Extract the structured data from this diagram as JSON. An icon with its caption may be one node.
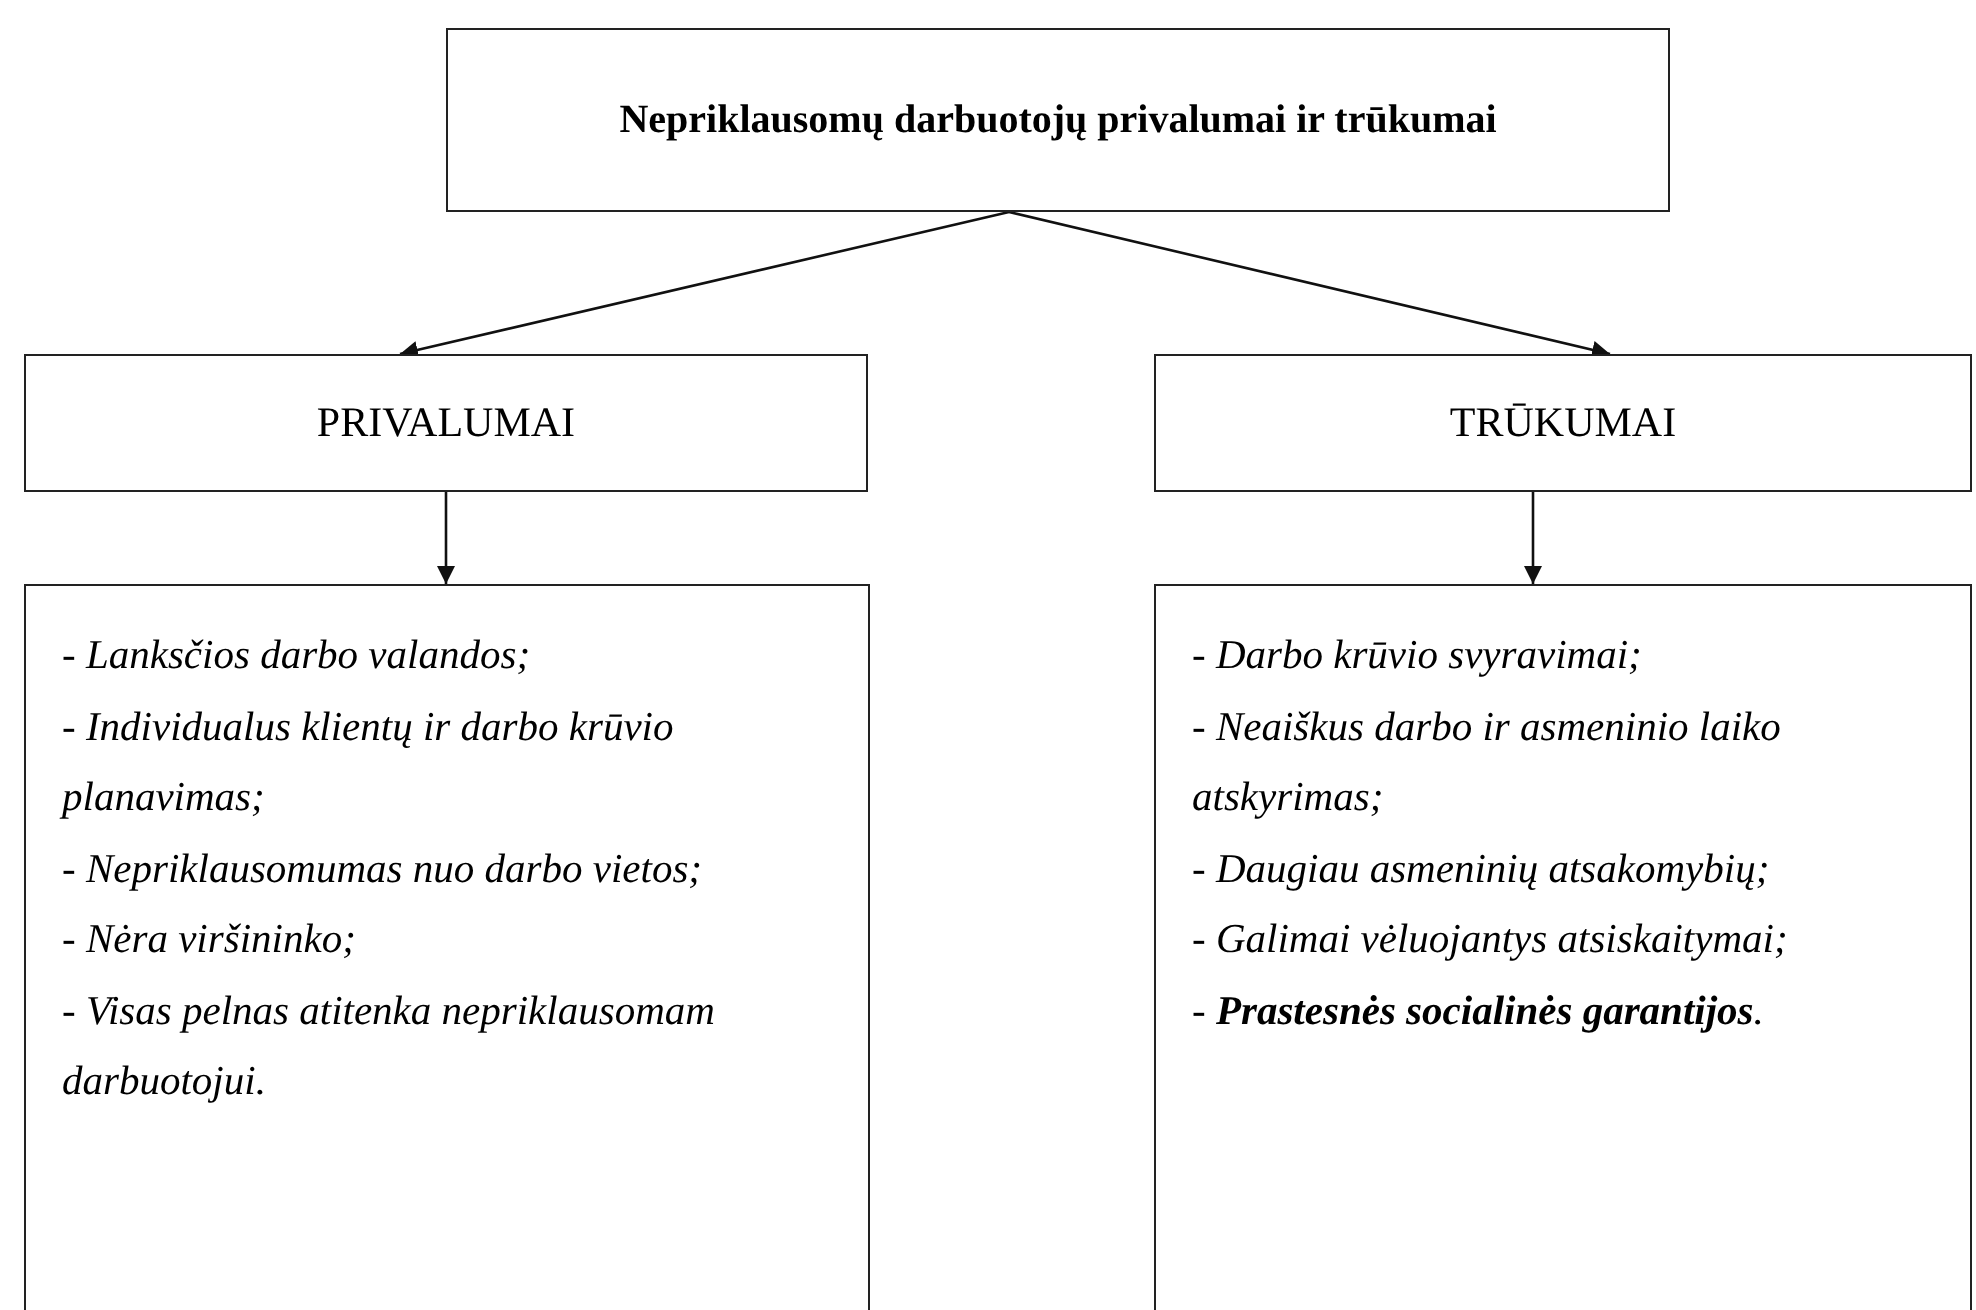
{
  "diagram": {
    "nodes": [
      {
        "text": [
          "Nepriklausomų darbuotojų privalumai ir trūkumai"
        ]
      },
      {
        "text": [
          "PRIVALUMAI"
        ]
      },
      {
        "text": [
          "TRŪKUMAI"
        ]
      },
      {
        "text": [
          "- Lanksčios darbo valandos;",
          "- Individualus klientų ir darbo krūvio planavimas;",
          "- Nepriklausomumas nuo darbo vietos;",
          "- Nėra viršininko;",
          "- Visas pelnas atitenka nepriklausomam darbuotojui."
        ]
      },
      {
        "text": [
          "- Darbo krūvio svyravimai;",
          "- Neaiškus darbo ir asmeninio laiko atskyrimas;",
          "- Daugiau asmeninių atsakomybių;",
          "- Galimai vėluojantys atsiskaitymai;",
          "- **Prastesnės socialinės garantijos**."
        ]
      }
    ],
    "edges": [
      {
        "from": 0,
        "to": 1,
        "arrow": "to"
      },
      {
        "from": 0,
        "to": 2,
        "arrow": "to"
      },
      {
        "from": 1,
        "to": 3,
        "arrow": "to"
      },
      {
        "from": 2,
        "to": 4,
        "arrow": "to"
      }
    ]
  }
}
